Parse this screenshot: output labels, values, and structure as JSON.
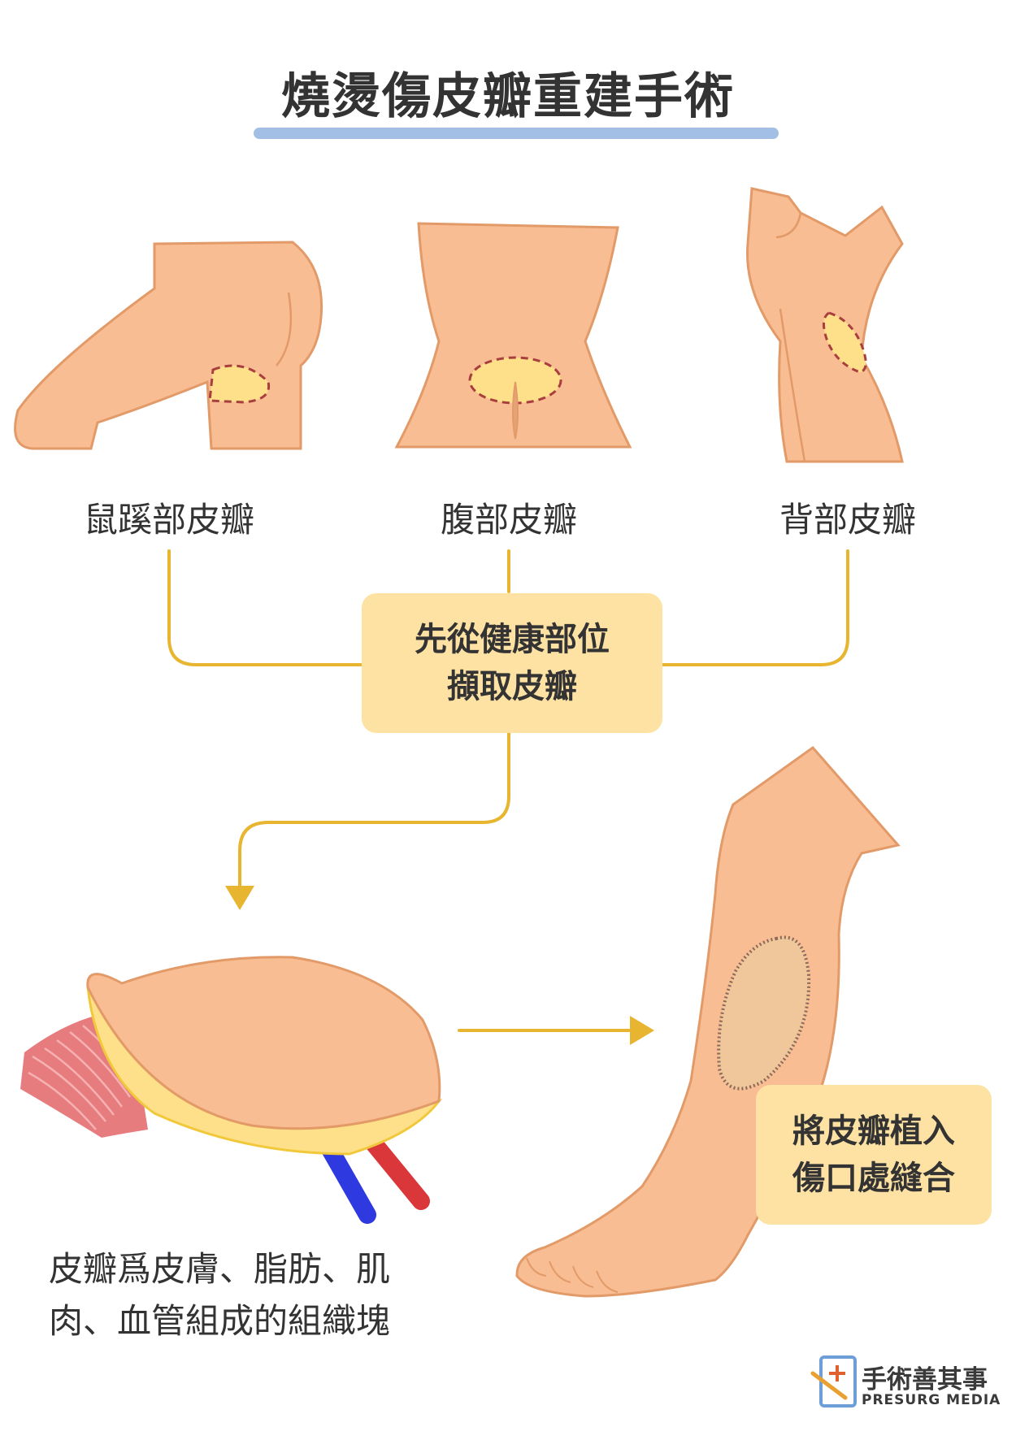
{
  "title": "燒燙傷皮瓣重建手術",
  "donor_sites": [
    {
      "label": "鼠蹊部皮瓣"
    },
    {
      "label": "腹部皮瓣"
    },
    {
      "label": "背部皮瓣"
    }
  ],
  "step1": {
    "line1": "先從健康部位",
    "line2": "擷取皮瓣"
  },
  "step2": {
    "line1": "將皮瓣植入",
    "line2": "傷口處縫合"
  },
  "caption": {
    "line1": "皮瓣爲皮膚、脂肪、肌",
    "line2": "肉、血管組成的組織塊"
  },
  "brand": {
    "name_cn": "手術善其事",
    "name_en": "PRESURG MEDIA"
  },
  "colors": {
    "skin": "#f9bd93",
    "skin_outline": "#e29a68",
    "fat": "#fde089",
    "arrow": "#e8b530",
    "artery": "#d9373a",
    "vein": "#2e3ae0",
    "muscle": "#e77c7f",
    "box": "#fde2a4",
    "underline": "#a4bfe6"
  }
}
